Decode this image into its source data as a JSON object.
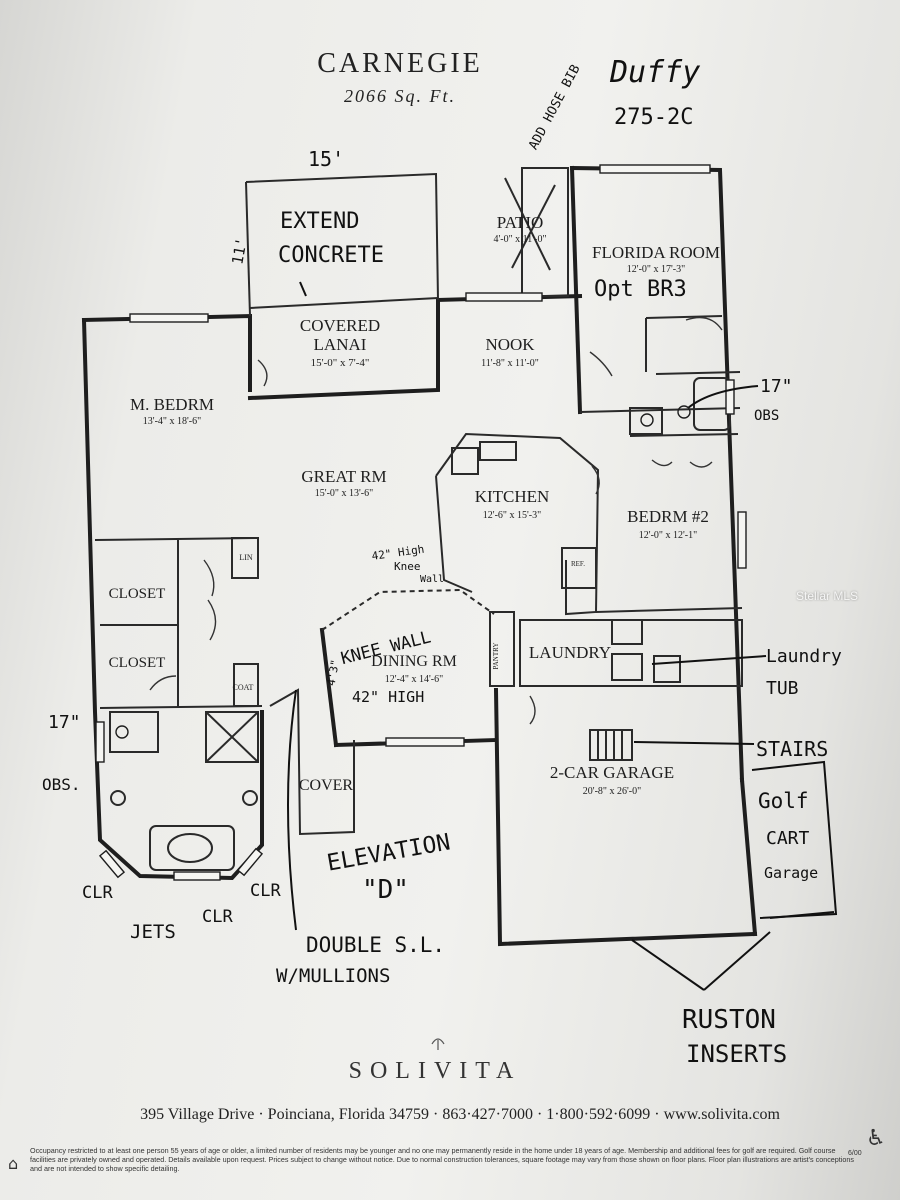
{
  "title": "Carnegie",
  "square_feet": "2066 Sq. Ft.",
  "rooms": {
    "covered_lanai": {
      "name_1": "COVERED",
      "name_2": "LANAI",
      "dims": "15'-0\" x 7'-4\""
    },
    "patio": {
      "name": "PATIO",
      "dims": "4'-0\" x 11'-0\""
    },
    "florida_room": {
      "name": "FLORIDA ROOM",
      "dims": "12'-0\" x 17'-3\""
    },
    "nook": {
      "name": "NOOK",
      "dims": "11'-8\" x 11'-0\""
    },
    "master_bedroom": {
      "name": "M. BEDRM",
      "dims": "13'-4\" x 18'-6\""
    },
    "great_room": {
      "name": "GREAT RM",
      "dims": "15'-0\" x 13'-6\""
    },
    "kitchen": {
      "name": "KITCHEN",
      "dims": "12'-6\" x 15'-3\""
    },
    "bedroom_2": {
      "name": "BEDRM #2",
      "dims": "12'-0\" x 12'-1\""
    },
    "closet_1": {
      "name": "CLOSET"
    },
    "closet_2": {
      "name": "CLOSET"
    },
    "dining_room": {
      "name": "DINING RM",
      "dims": "12'-4\" x 14'-6\""
    },
    "laundry": {
      "name": "LAUNDRY"
    },
    "garage": {
      "name": "2-CAR GARAGE",
      "dims": "20'-8\" x 26'-0\""
    },
    "cover": {
      "name": "COVER"
    },
    "coat": {
      "name": "COAT"
    },
    "pantry": {
      "name": "PANTRY"
    },
    "linen": {
      "name": "LIN"
    },
    "ref": {
      "name": "REF."
    }
  },
  "handwritten_notes": {
    "duffy": "Duffy",
    "lot": "275-2C",
    "hose_bib": "ADD HOSE BIB",
    "dim_15": "15'",
    "dim_11": "11'",
    "extend": "EXTEND",
    "concrete": "CONCRETE",
    "opt_br3": "Opt BR3",
    "obs_17_right": "17\"",
    "obs_right": "OBS",
    "knee_high_1": "42\" High",
    "knee_high_2": "Knee",
    "knee_high_3": "Wall",
    "knee_wall": "KNEE WALL",
    "dining_height": "42\" HIGH",
    "dim_4_3": "4'3\"",
    "laundry_tub_1": "Laundry",
    "laundry_tub_2": "TUB",
    "stairs": "STAIRS",
    "golf_1": "Golf",
    "golf_2": "CART",
    "golf_3": "Garage",
    "elevation_1": "ELEVATION",
    "elevation_2": "\"D\"",
    "obs_17_left": "17\"",
    "obs_left": "OBS.",
    "clr_left": "CLR",
    "jets": "JETS",
    "clr_mid": "CLR",
    "clr_right": "CLR",
    "double_1": "DOUBLE S.L.",
    "double_2": "W/MULLIONS",
    "ruston_1": "RUSTON",
    "ruston_2": "INSERTS"
  },
  "footer": {
    "logo": "SOLIVITA",
    "address": "395 Village Drive · Poinciana, Florida 34759 · 863·427·7000 · 1·800·592·6099 · www.solivita.com",
    "fine_print": "Occupancy restricted to at least one person 55 years of age or older, a limited number of residents may be younger and no one may permanently reside in the home under 18 years of age. Membership and additional fees for golf are required. Golf course facilities are privately owned and operated. Details available upon request. Prices subject to change without notice. Due to normal construction tolerances, square footage may vary from those shown on floor plans. Floor plan illustrations are artist's conceptions and are not intended to show specific detailing.",
    "date_code": "6/00",
    "watermark": "Stellar MLS"
  },
  "icons": [
    "equal-housing-icon",
    "accessibility-icon"
  ],
  "colors": {
    "paper": "#efefec",
    "ink": "#1e1e1e",
    "pen": "#111111"
  }
}
